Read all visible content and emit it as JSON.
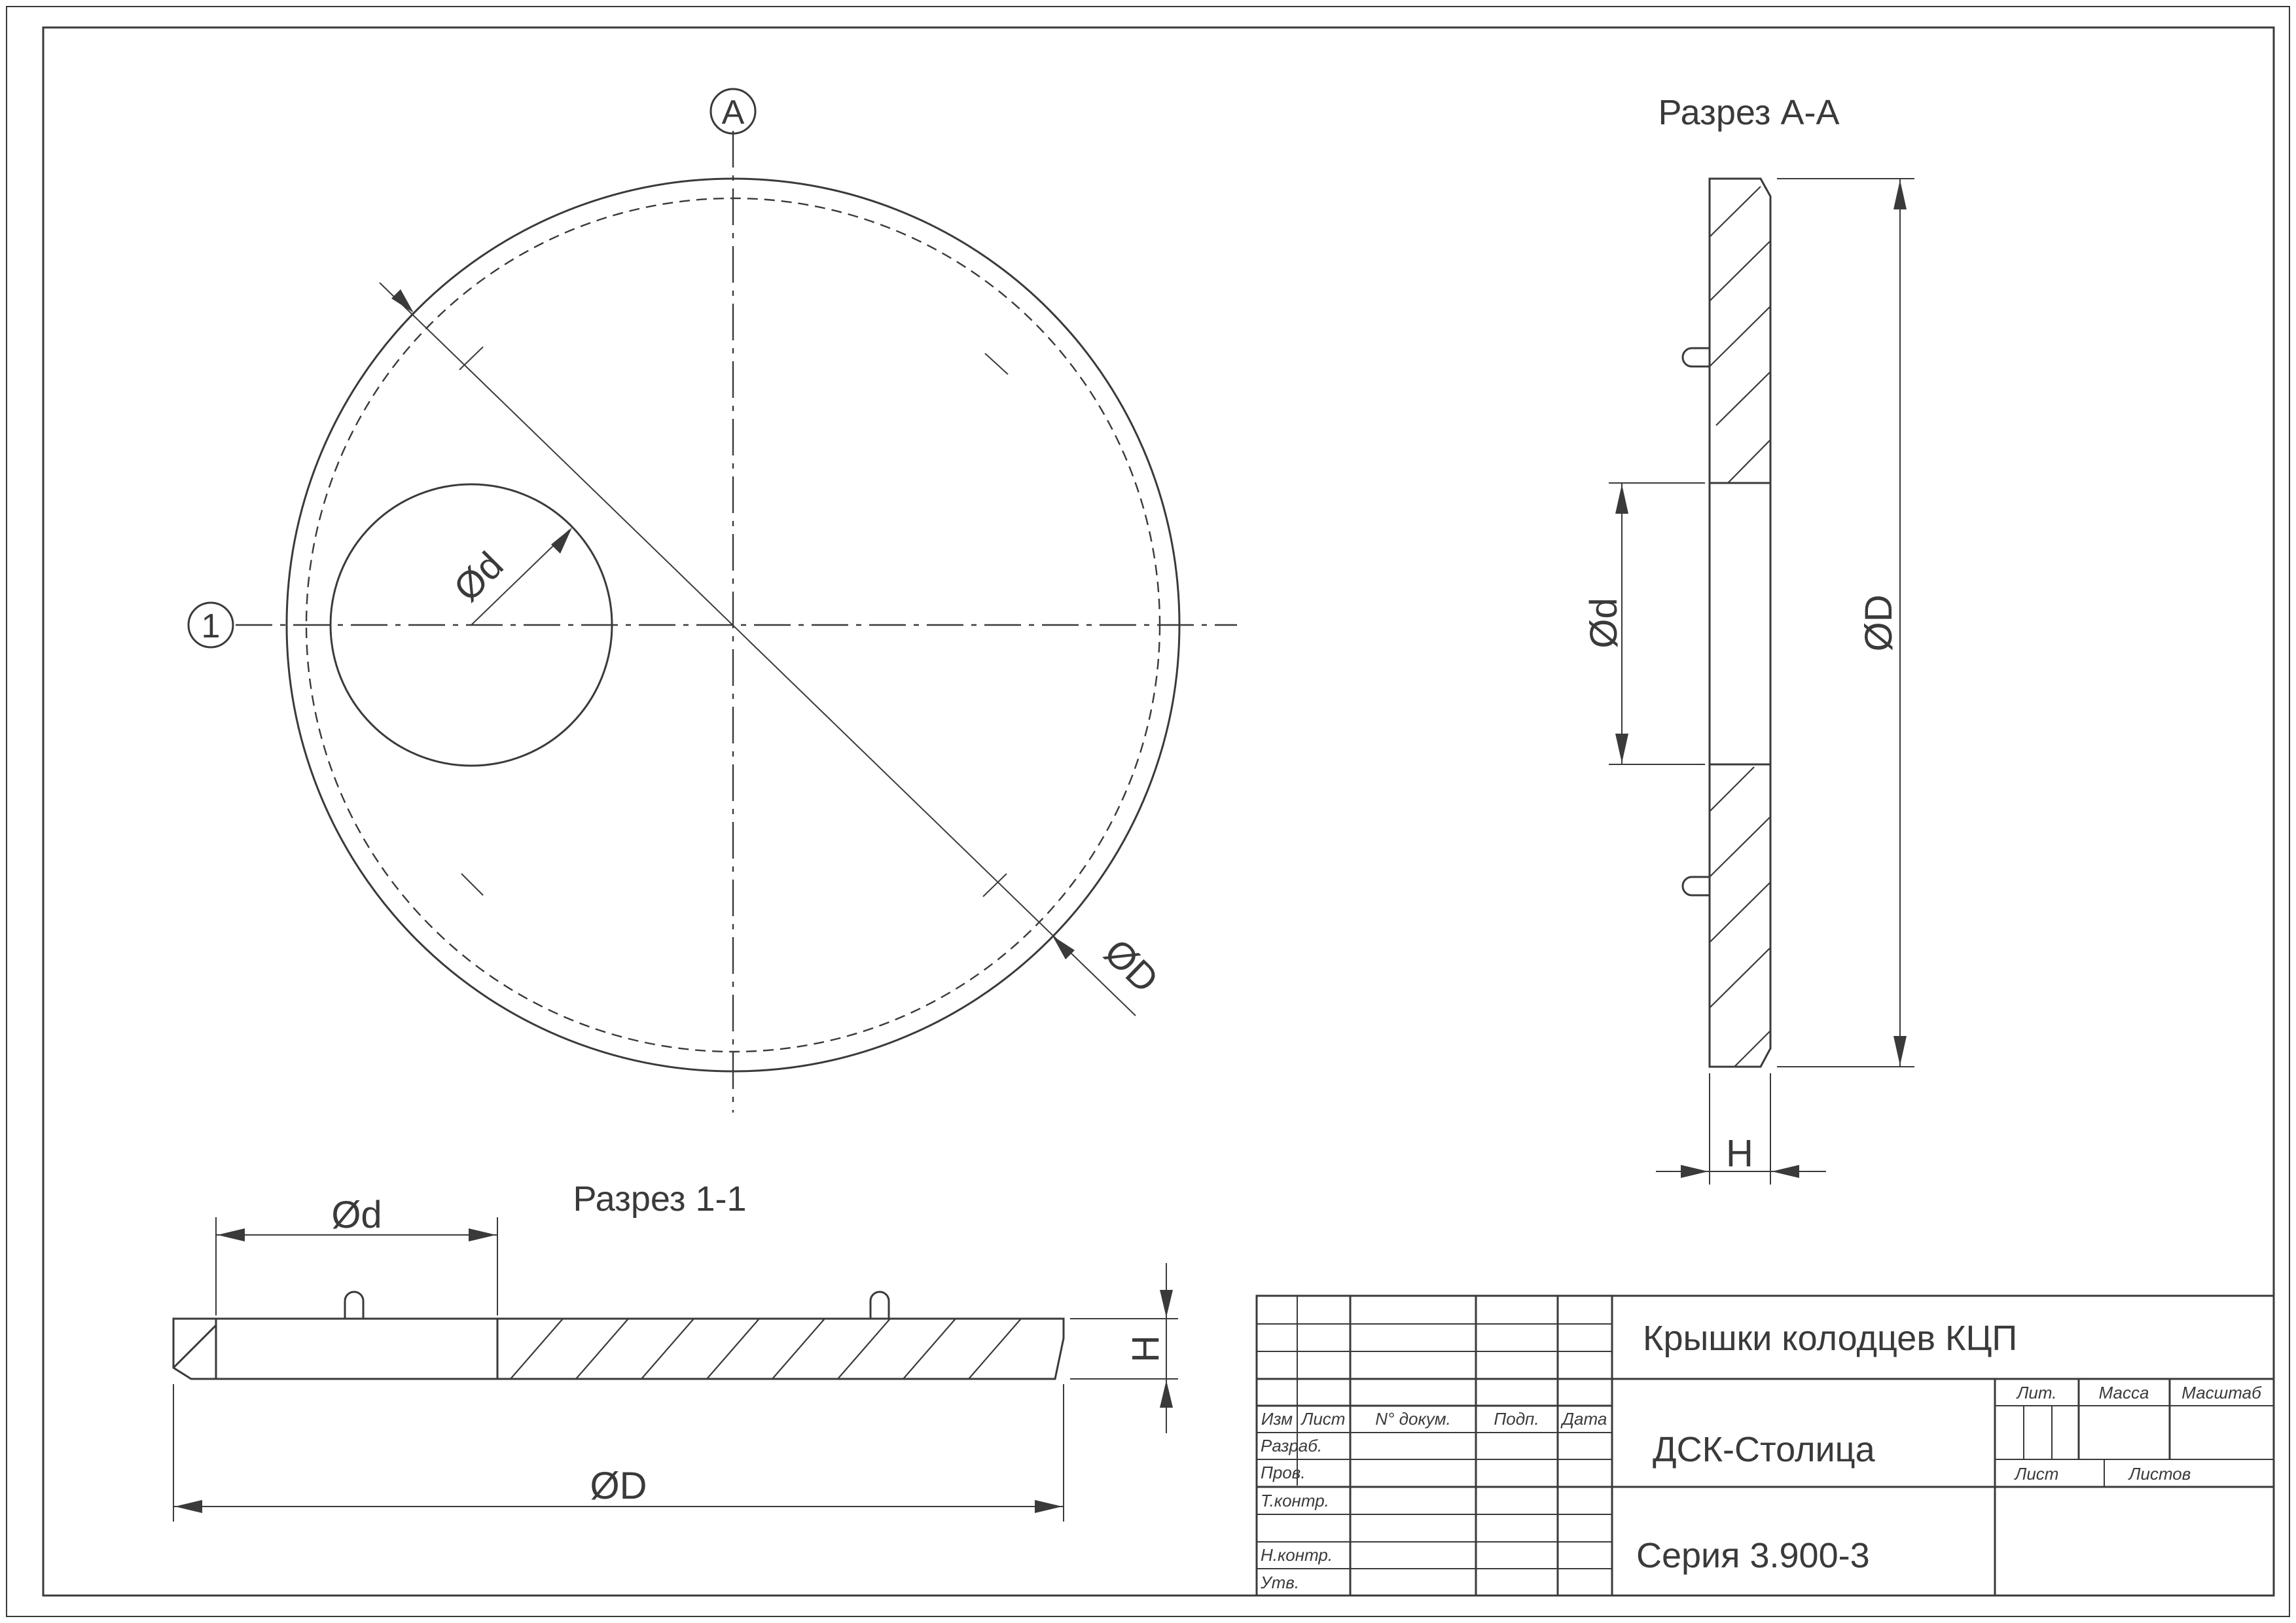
{
  "views": {
    "plan": {
      "axis_a": "A",
      "axis_1": "1",
      "dim_d": "Ød",
      "dim_D": "ØD"
    },
    "section_aa": {
      "title": "Разрез А-А",
      "dim_d": "Ød",
      "dim_D": "ØD",
      "dim_h": "H"
    },
    "section_11": {
      "title": "Разрез 1-1",
      "dim_d": "Ød",
      "dim_D": "ØD",
      "dim_h": "H"
    }
  },
  "title_block": {
    "name": "Крышки колодцев КЦП",
    "organization": "ДСК-Столица",
    "series": "Серия 3.900-3",
    "header": {
      "izm": "Изм",
      "list": "Лист",
      "doc": "N° докум.",
      "sign": "Подп.",
      "date": "Дата"
    },
    "roles": [
      "Разраб.",
      "Пров.",
      "Т.контр.",
      "",
      "Н.контр.",
      "Утв."
    ],
    "lit": "Лит.",
    "mass": "Масса",
    "scale": "Масштаб",
    "sheet": "Лист",
    "sheets": "Листов"
  }
}
